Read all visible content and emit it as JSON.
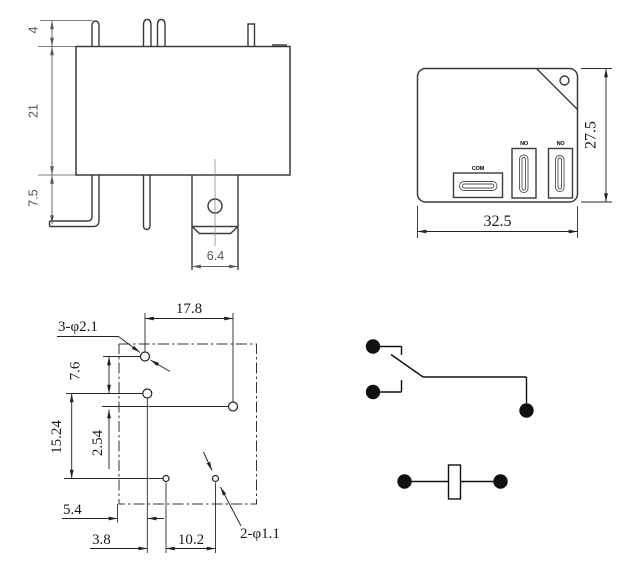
{
  "side_view": {
    "dim_4": "4",
    "dim_21": "21",
    "dim_7_5": "7.5",
    "dim_6_4": "6.4"
  },
  "bottom_view": {
    "dim_27_5": "27.5",
    "dim_32_5": "32.5",
    "label_com": "COM",
    "label_no_1": "NO",
    "label_no_2": "NO"
  },
  "pcb_layout": {
    "dim_17_8": "17.8",
    "label_large_holes": "3-φ2.1",
    "dim_7_6": "7.6",
    "dim_15_24": "15.24",
    "dim_2_54": "2.54",
    "dim_5_4": "5.4",
    "dim_3_8": "3.8",
    "dim_10_2": "10.2",
    "label_small_holes": "2-φ1.1"
  }
}
